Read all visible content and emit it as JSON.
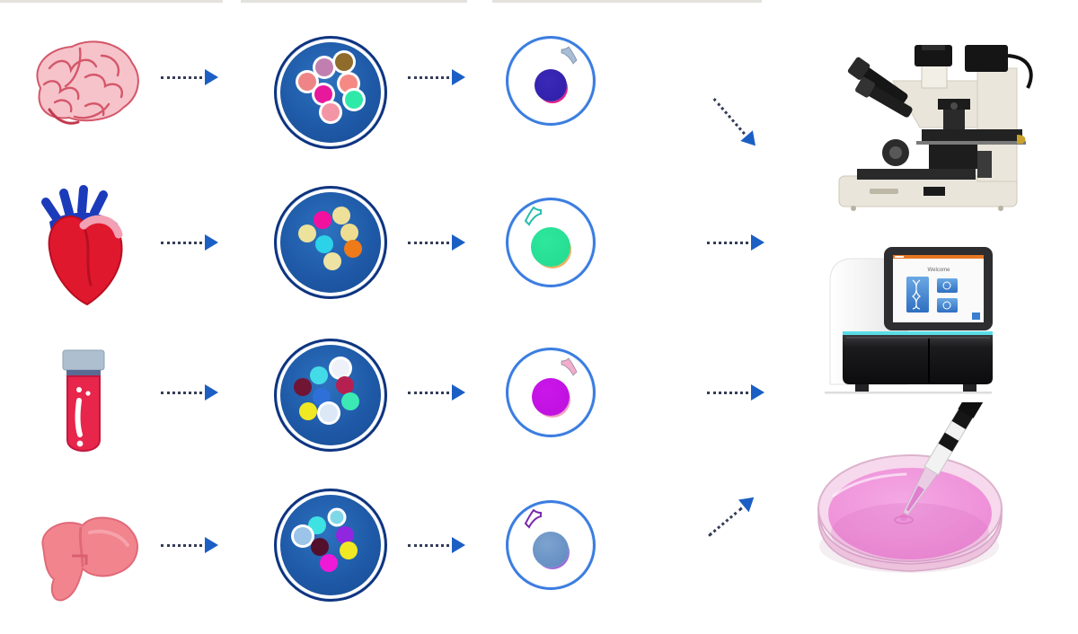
{
  "page": {
    "background": "#ffffff",
    "description_colors": {
      "dish_fill": "#1f5aa8",
      "dish_border": "#0e3480",
      "cell_ring": "#3b7de0"
    }
  },
  "flow": {
    "arrow_head_color": "#1b5fc4",
    "arrow_dash_color": "#343c58",
    "rows": [
      {
        "organ": {
          "icon": "brain-illustration"
        },
        "dish": {
          "dots": [
            {
              "x": 44,
              "y": 25,
              "c": "#c07fae",
              "ring": true
            },
            {
              "x": 63,
              "y": 20,
              "c": "#8f6c2c",
              "ring": true
            },
            {
              "x": 27,
              "y": 39,
              "c": "#ef8486",
              "ring": true
            },
            {
              "x": 68,
              "y": 41,
              "c": "#f58a85",
              "ring": true
            },
            {
              "x": 43,
              "y": 52,
              "c": "#e8189c",
              "ring": true
            },
            {
              "x": 73,
              "y": 57,
              "c": "#2fe9a8",
              "ring": true
            },
            {
              "x": 50,
              "y": 70,
              "c": "#f495a5",
              "ring": true
            }
          ]
        },
        "cell": {
          "body": "#3a28b8",
          "body2": "#2f1fa6",
          "rim": "#e0218a",
          "size": 36,
          "pipette": {
            "style": "filled",
            "color": "#a8bdd6",
            "side": "right"
          }
        }
      },
      {
        "organ": {
          "icon": "heart-illustration"
        },
        "dish": {
          "dots": [
            {
              "x": 42,
              "y": 28,
              "c": "#f2119e"
            },
            {
              "x": 61,
              "y": 23,
              "c": "#eee09a"
            },
            {
              "x": 27,
              "y": 41,
              "c": "#ece29c"
            },
            {
              "x": 69,
              "y": 40,
              "c": "#eedd90"
            },
            {
              "x": 44,
              "y": 52,
              "c": "#2bd2e8"
            },
            {
              "x": 72,
              "y": 56,
              "c": "#ee7a1a"
            },
            {
              "x": 52,
              "y": 69,
              "c": "#eee3a2"
            }
          ]
        },
        "cell": {
          "body": "#2ee89e",
          "body2": "#22d98e",
          "rim": "#eeb060",
          "size": 44,
          "pipette": {
            "style": "outline",
            "color": "#28bfae",
            "side": "left"
          }
        }
      },
      {
        "organ": {
          "icon": "blood-sample-tube-illustration"
        },
        "dish": {
          "dots": [
            {
              "x": 60,
              "y": 23,
              "c": "#eef2f8",
              "ring": true
            },
            {
              "x": 38,
              "y": 30,
              "c": "#44dbe8"
            },
            {
              "x": 22,
              "y": 42,
              "c": "#701534"
            },
            {
              "x": 64,
              "y": 40,
              "c": "#b62050"
            },
            {
              "x": 41,
              "y": 52,
              "c": "#2f6fd8"
            },
            {
              "x": 70,
              "y": 56,
              "c": "#3ce9b4"
            },
            {
              "x": 28,
              "y": 66,
              "c": "#f0e822"
            },
            {
              "x": 48,
              "y": 68,
              "c": "#dce8f5",
              "ring": true
            }
          ]
        },
        "cell": {
          "body": "#cb16ea",
          "body2": "#bb10dd",
          "rim": "#f0a0c0",
          "size": 42,
          "pipette": {
            "style": "filled",
            "color": "#f2aeca",
            "side": "right"
          }
        }
      },
      {
        "organ": {
          "icon": "liver-illustration"
        },
        "dish": {
          "dots": [
            {
              "x": 56,
              "y": 22,
              "c": "#7fd8e8",
              "ring": true,
              "size": 15
            },
            {
              "x": 37,
              "y": 30,
              "c": "#3fe2e2"
            },
            {
              "x": 22,
              "y": 41,
              "c": "#9cc3e8",
              "ring": true
            },
            {
              "x": 64,
              "y": 40,
              "c": "#9126e0"
            },
            {
              "x": 39,
              "y": 52,
              "c": "#53102c"
            },
            {
              "x": 68,
              "y": 55,
              "c": "#f0e822"
            },
            {
              "x": 48,
              "y": 68,
              "c": "#ee1ad8"
            }
          ]
        },
        "cell": {
          "body": "#7da3cf",
          "body2": "#5c88bf",
          "rim": "#9a6ad8",
          "size": 40,
          "pipette": {
            "style": "outline",
            "color": "#7a2bb0",
            "side": "left"
          }
        }
      }
    ]
  },
  "equipment": {
    "microscope": {
      "icon": "inverted-microscope-photo"
    },
    "sequencer": {
      "icon": "dna-sequencer-photo",
      "screen_title": "Welcome",
      "accent_orange": "#e87722",
      "accent_cyan": "#59dde6"
    },
    "culture_dish": {
      "icon": "pink-culture-dish-with-pipette-photo",
      "medium_color": "#ee8ed7"
    }
  }
}
